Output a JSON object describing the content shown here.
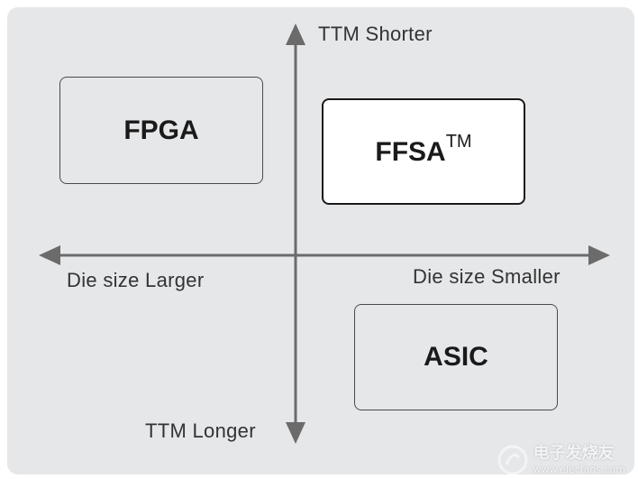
{
  "diagram": {
    "axis_labels": {
      "top": "TTM Shorter",
      "bottom": "TTM Longer",
      "left": "Die size Larger",
      "right": "Die size Smaller"
    },
    "boxes": {
      "fpga": "FPGA",
      "ffsa": "FFSA",
      "ffsa_superscript": "TM",
      "asic": "ASIC"
    },
    "colors": {
      "panel_background": "#e6e7e9",
      "axis": "#6b6b6b",
      "box_border": "#4a4a4a",
      "highlight_fill": "#ffffff"
    }
  },
  "watermark": {
    "name": "电子发烧友",
    "url": "www.elecfans.com"
  }
}
